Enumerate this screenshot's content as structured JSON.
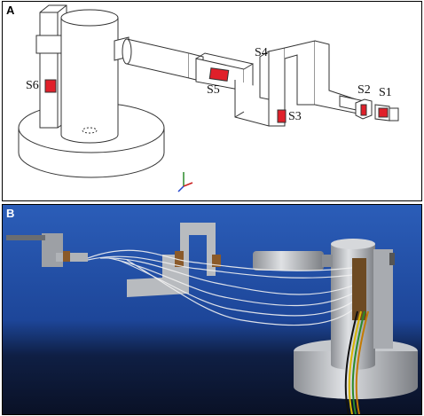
{
  "panel_a": {
    "label": "A",
    "sensors": [
      "S1",
      "S2",
      "S3",
      "S4",
      "S5",
      "S6"
    ]
  },
  "panel_b": {
    "label": "B"
  },
  "colors": {
    "sensor_red": "#e0202a",
    "line": "#333333",
    "photo_background": "#1b3f8f",
    "metal": "#b9bcc0",
    "bench": "#0d1730"
  }
}
